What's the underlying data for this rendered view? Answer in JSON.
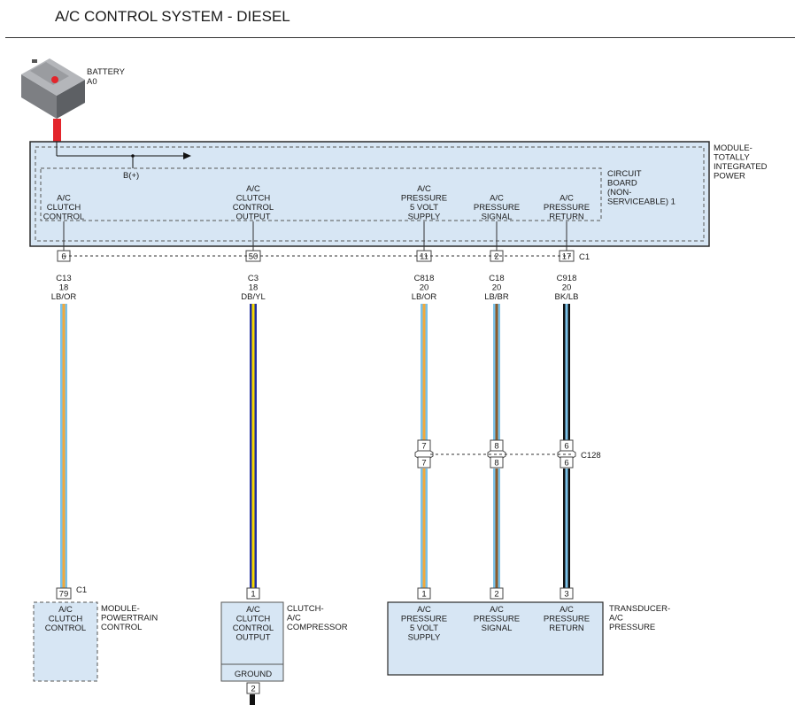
{
  "title": "A/C CONTROL SYSTEM - DIESEL",
  "colors": {
    "module_fill": "#d7e6f4",
    "lb": "#7ac1e8",
    "or": "#f2a93b",
    "db": "#1f2ea0",
    "yl": "#f5d800",
    "br": "#8a5a2b",
    "bk": "#111111",
    "battery_red": "#e3252b"
  },
  "battery": {
    "name": "BATTERY",
    "code": "A0"
  },
  "tipm": {
    "name": [
      "MODULE-",
      "TOTALLY",
      "INTEGRATED",
      "POWER"
    ],
    "board": [
      "CIRCUIT",
      "BOARD",
      "(NON-",
      "SERVICEABLE) 1"
    ],
    "bplus": "B(+)",
    "connector": "C1",
    "pins": [
      {
        "label": [
          "A/C",
          "CLUTCH",
          "CONTROL"
        ],
        "pin": "6",
        "circuit": "C13",
        "gauge": "18",
        "color": "LB/OR"
      },
      {
        "label": [
          "A/C",
          "CLUTCH",
          "CONTROL",
          "OUTPUT"
        ],
        "pin": "50",
        "circuit": "C3",
        "gauge": "18",
        "color": "DB/YL"
      },
      {
        "label": [
          "A/C",
          "PRESSURE",
          "5 VOLT",
          "SUPPLY"
        ],
        "pin": "11",
        "circuit": "C818",
        "gauge": "20",
        "color": "LB/OR"
      },
      {
        "label": [
          "A/C",
          "PRESSURE",
          "SIGNAL"
        ],
        "pin": "2",
        "circuit": "C18",
        "gauge": "20",
        "color": "LB/BR"
      },
      {
        "label": [
          "A/C",
          "PRESSURE",
          "RETURN"
        ],
        "pin": "17",
        "circuit": "C918",
        "gauge": "20",
        "color": "BK/LB"
      }
    ]
  },
  "inline": {
    "name": "C128",
    "pins": [
      "7",
      "8",
      "6"
    ]
  },
  "pcm": {
    "name": [
      "MODULE-",
      "POWERTRAIN",
      "CONTROL"
    ],
    "pin": "79",
    "connector": "C1",
    "label": [
      "A/C",
      "CLUTCH",
      "CONTROL"
    ]
  },
  "clutch": {
    "name": [
      "CLUTCH-",
      "A/C",
      "COMPRESSOR"
    ],
    "pin_top": "1",
    "pin_bottom": "2",
    "label": [
      "A/C",
      "CLUTCH",
      "CONTROL",
      "OUTPUT"
    ],
    "ground": "GROUND"
  },
  "transducer": {
    "name": [
      "TRANSDUCER-",
      "A/C",
      "PRESSURE"
    ],
    "pins": [
      {
        "pin": "1",
        "label": [
          "A/C",
          "PRESSURE",
          "5 VOLT",
          "SUPPLY"
        ]
      },
      {
        "pin": "2",
        "label": [
          "A/C",
          "PRESSURE",
          "SIGNAL"
        ]
      },
      {
        "pin": "3",
        "label": [
          "A/C",
          "PRESSURE",
          "RETURN"
        ]
      }
    ]
  }
}
